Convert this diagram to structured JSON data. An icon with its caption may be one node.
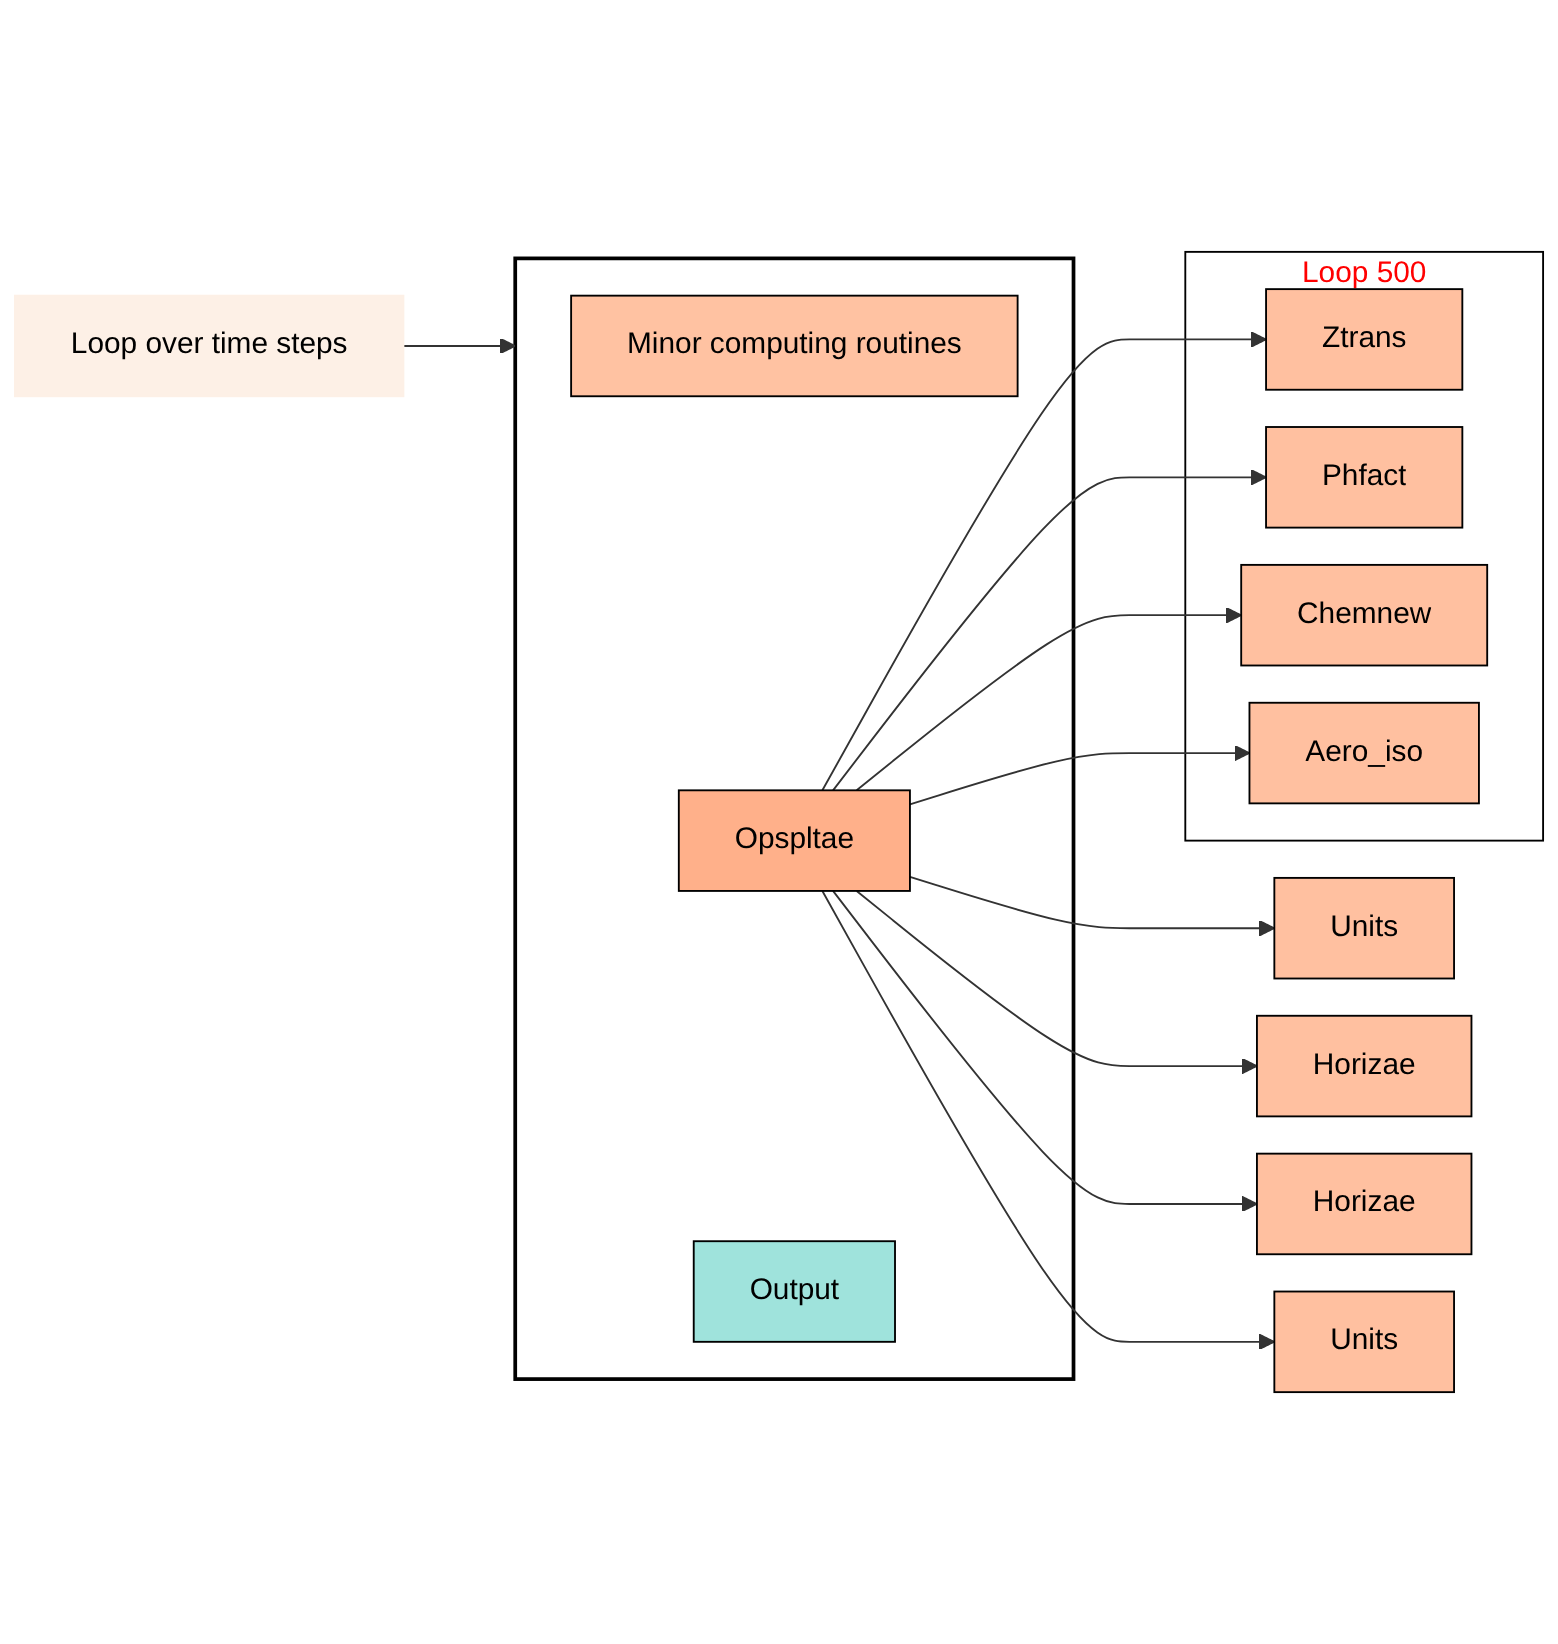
{
  "diagram": {
    "nodes": [
      {
        "text": [
          "Loop over  time steps"
        ]
      },
      {
        "text": [],
        "shape": "box"
      },
      {
        "text": [
          "Minor computing routines"
        ],
        "in": 1
      },
      {
        "text": [
          "Opspltae"
        ],
        "in": 1
      },
      {
        "text": [
          "Output"
        ],
        "in": 1
      },
      {
        "text": [
          "Units"
        ]
      },
      {
        "text": [
          "Horizae"
        ]
      },
      {
        "text": [
          "Loop 500"
        ]
      },
      {
        "text": [
          "Ztrans"
        ],
        "in": 7
      },
      {
        "text": [
          "Phfact"
        ],
        "in": 7
      },
      {
        "text": [
          "Chemnew"
        ],
        "in": 7
      },
      {
        "text": [
          "Aero_iso"
        ],
        "in": 7
      },
      {
        "text": [
          "Horizae"
        ]
      },
      {
        "text": [
          "Units"
        ]
      }
    ],
    "edges": [
      {
        "from": 0,
        "to": 1,
        "arrow": "to"
      },
      {
        "from": 3,
        "to": 5,
        "arrow": "to"
      },
      {
        "from": 3,
        "to": 6,
        "arrow": "to"
      },
      {
        "from": 3,
        "to": 8,
        "arrow": "to"
      },
      {
        "from": 3,
        "to": 9,
        "arrow": "to"
      },
      {
        "from": 3,
        "to": 10,
        "arrow": "to"
      },
      {
        "from": 3,
        "to": 11,
        "arrow": "to"
      },
      {
        "from": 3,
        "to": 12,
        "arrow": "to"
      },
      {
        "from": 3,
        "to": 13,
        "arrow": "to"
      }
    ]
  }
}
